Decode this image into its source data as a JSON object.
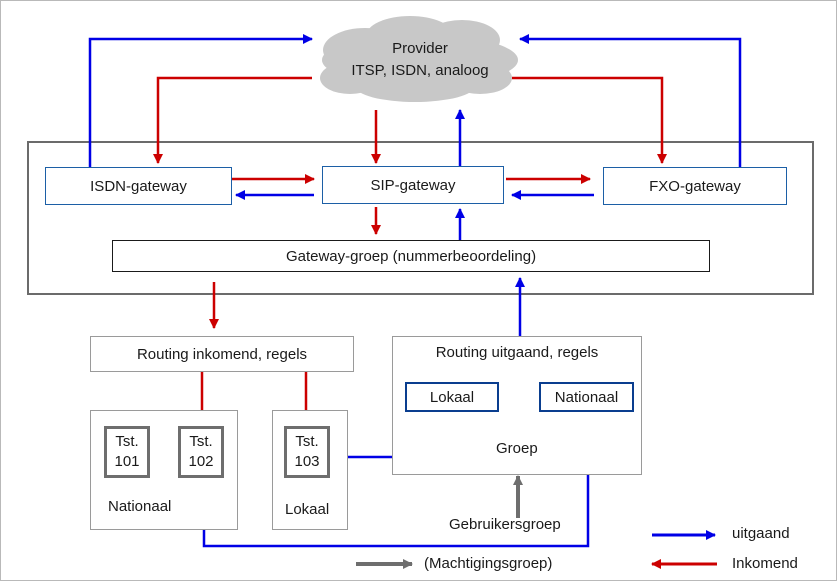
{
  "provider": {
    "title": "Provider",
    "subtitle": "ITSP, ISDN, analoog"
  },
  "gateways": {
    "isdn": "ISDN-gateway",
    "sip": "SIP-gateway",
    "fxo": "FXO-gateway"
  },
  "gateway_group": "Gateway-groep (nummerbeoordeling)",
  "routing_in": "Routing inkomend, regels",
  "routing_out": "Routing uitgaand, regels",
  "out_targets": {
    "local": "Lokaal",
    "national": "Nationaal"
  },
  "out_group_label": "Groep",
  "national_group": {
    "label": "Nationaal",
    "phones": [
      {
        "line1": "Tst.",
        "line2": "101"
      },
      {
        "line1": "Tst.",
        "line2": "102"
      }
    ]
  },
  "local_group": {
    "label": "Lokaal",
    "phones": [
      {
        "line1": "Tst.",
        "line2": "103"
      }
    ]
  },
  "user_group_label": "Gebruikersgroep",
  "authorization_label": "(Machtigingsgroep)",
  "legend": {
    "outgoing": "uitgaand",
    "incoming": "Inkomend"
  },
  "colors": {
    "outgoing": "#0000e6",
    "incoming": "#cc0000",
    "neutral": "#6e6e6e",
    "cloud": "#c8c8c8"
  }
}
